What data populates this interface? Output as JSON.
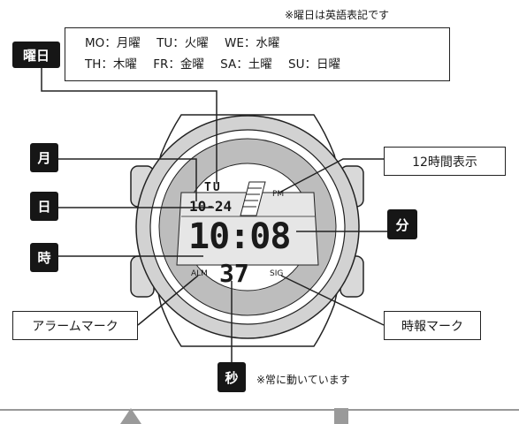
{
  "note_top": "※曜日は英語表記です",
  "day_table": {
    "row1": [
      "MO：月曜",
      "TU：火曜",
      "WE：水曜"
    ],
    "row2": [
      "TH：木曜",
      "FR：金曜",
      "SA：土曜",
      "SU：日曜"
    ]
  },
  "labels": {
    "weekday": "曜日",
    "month": "月",
    "day": "日",
    "hour": "時",
    "minute": "分",
    "second": "秒",
    "twelve_hour": "12時間表示",
    "alarm_mark": "アラームマーク",
    "chime_mark": "時報マーク"
  },
  "note_bottom": "※常に動いています",
  "display": {
    "weekday": "TU",
    "date": "10-24",
    "pm": "PM",
    "time": "10:08",
    "seconds": "37",
    "alm": "ALM",
    "sig": "SIG"
  },
  "colors": {
    "ink": "#161616",
    "ring": "#bdbdbd",
    "lcd": "#e6e6e6",
    "bezel": "#d2d2d2"
  }
}
